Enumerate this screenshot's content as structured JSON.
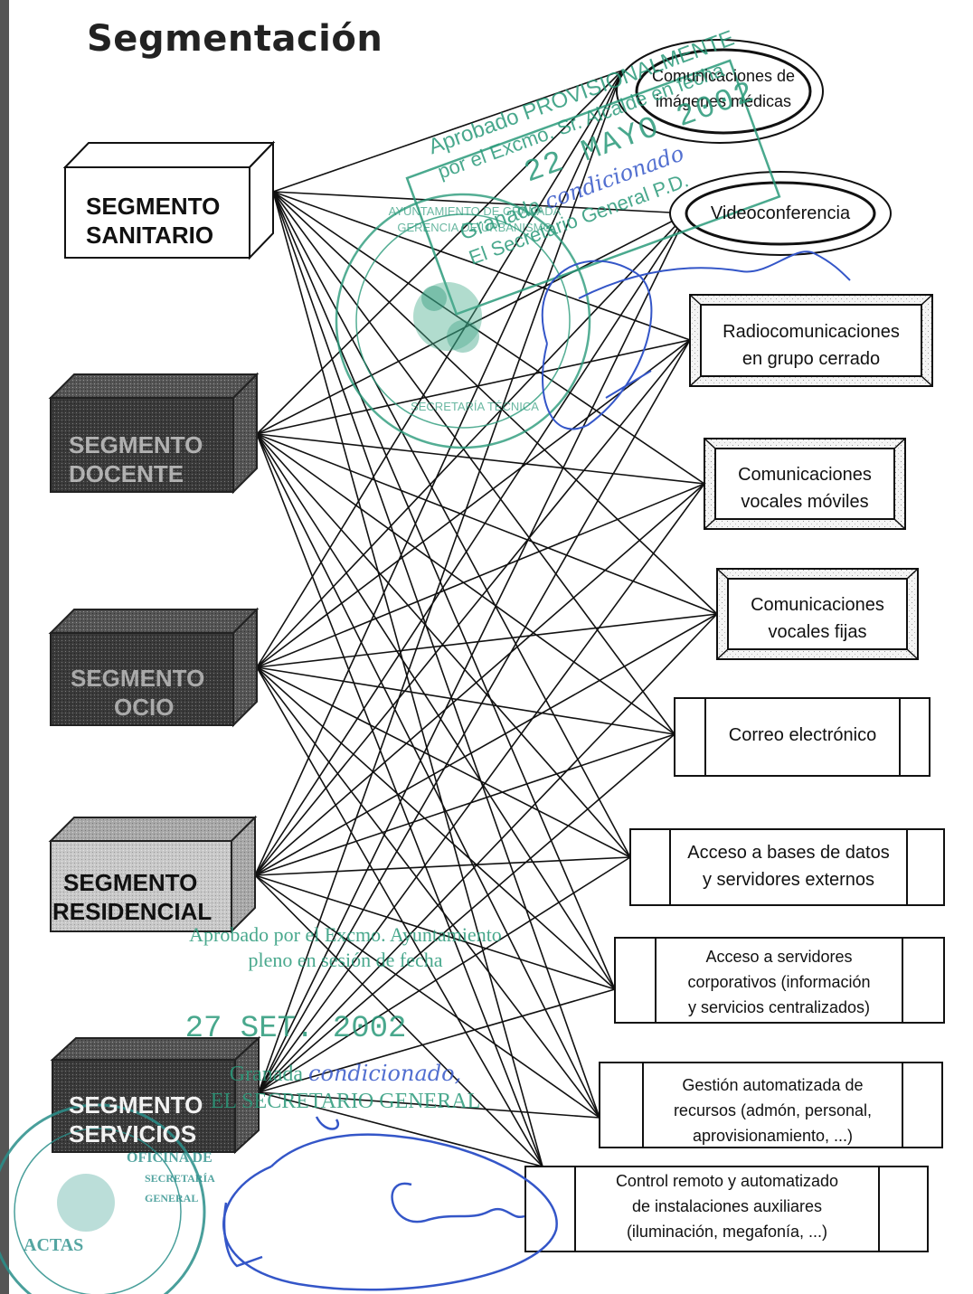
{
  "title": "Segmentación",
  "segments": [
    {
      "line1": "SEGMENTO",
      "line2": "SANITARIO"
    },
    {
      "line1": "SEGMENTO",
      "line2": "DOCENTE"
    },
    {
      "line1": "SEGMENTO",
      "line2": "OCIO"
    },
    {
      "line1": "SEGMENTO",
      "line2": "RESIDENCIAL"
    },
    {
      "line1": "SEGMENTO",
      "line2": "SERVICIOS"
    }
  ],
  "services": [
    {
      "lines": [
        "Comunicaciones de",
        "imágenes médicas"
      ]
    },
    {
      "lines": [
        "Videoconferencia"
      ]
    },
    {
      "lines": [
        "Radiocomunicaciones",
        "en grupo cerrado"
      ]
    },
    {
      "lines": [
        "Comunicaciones",
        "vocales móviles"
      ]
    },
    {
      "lines": [
        "Comunicaciones",
        "vocales fijas"
      ]
    },
    {
      "lines": [
        "Correo electrónico"
      ]
    },
    {
      "lines": [
        "Acceso a bases de datos",
        "y servidores externos"
      ]
    },
    {
      "lines": [
        "Acceso a servidores",
        "corporativos (información",
        "y servicios centralizados)"
      ]
    },
    {
      "lines": [
        "Gestión automatizada de",
        "recursos (admón, personal,",
        "aprovisionamiento, ...)"
      ]
    },
    {
      "lines": [
        "Control remoto y automatizado",
        "de instalaciones auxiliares",
        "(iluminación, megafonía, ...)"
      ]
    }
  ],
  "stamps": {
    "approval_top": {
      "line1": "Aprobado PROVISIONALMENTE",
      "line2": "por el Excmo. Sr. Alcalde en fecha",
      "date": "22 MAYO 2002",
      "city": "Granada",
      "handwritten": "condicionado",
      "signer": "El Secretario General P.D."
    },
    "approval_bottom": {
      "line1": "Aprobado por el Excmo. Ayuntamiento",
      "line2": "pleno en sesión de fecha",
      "date": "27 SET. 2002",
      "city": "Granada",
      "handwritten": "condicionado,",
      "signer": "EL SECRETARIO GENERAL"
    },
    "seal_top_words": [
      "AYUNTAMIENTO DE GRANADA",
      "GERENCIA DE URBANISMO",
      "SECRETARÍA TÉCNICA"
    ],
    "seal_bottom_words": [
      "ACTAS",
      "OFICINA DE",
      "SECRETARÍA GENERAL"
    ]
  },
  "colors": {
    "stamp_green": "#2a9a7a",
    "ink_blue": "#3456c8",
    "line": "#111111"
  }
}
